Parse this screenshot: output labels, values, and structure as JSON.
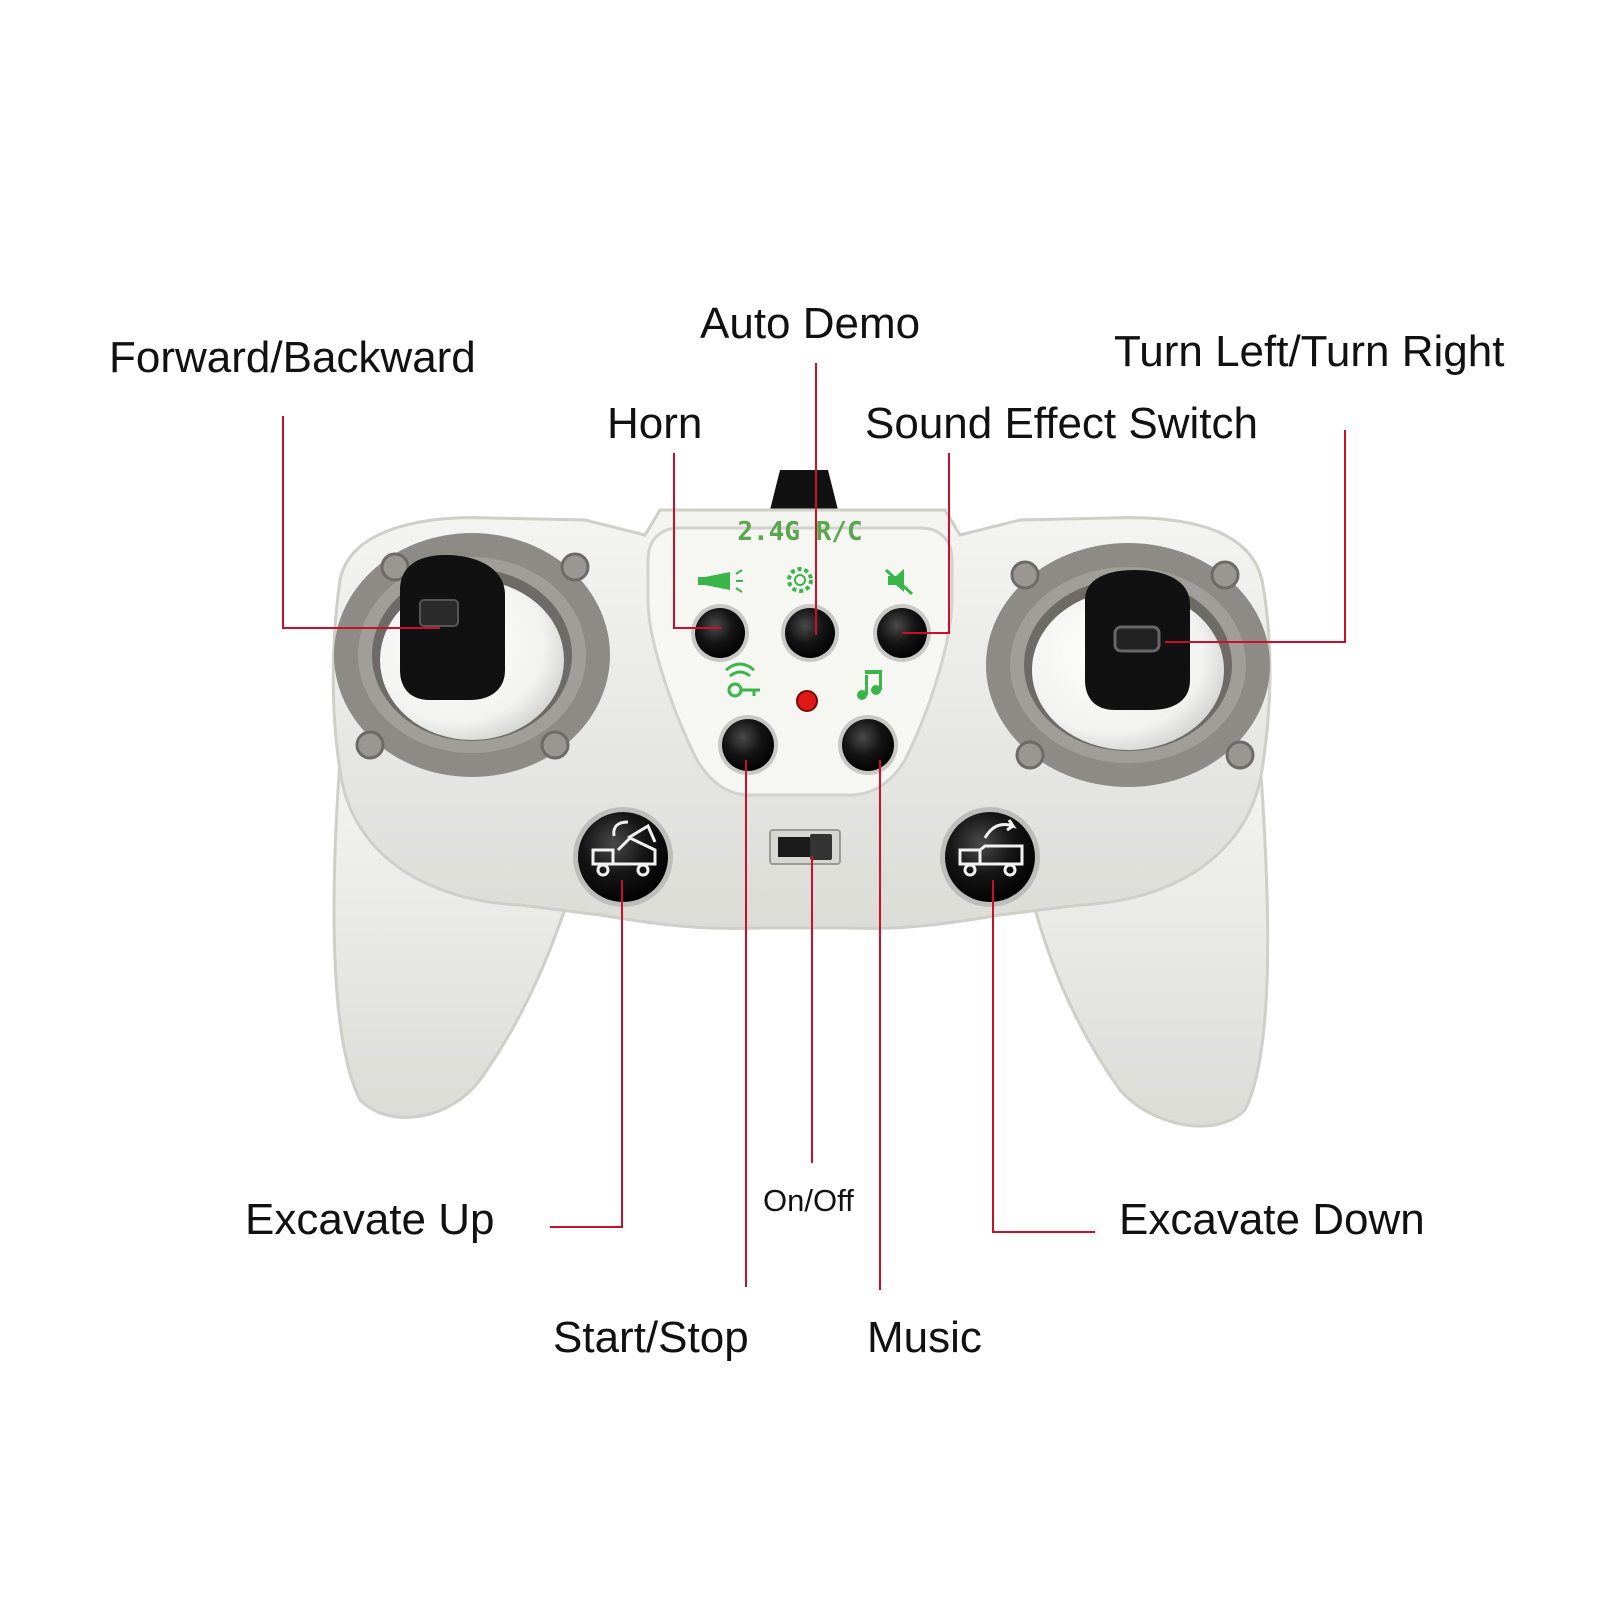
{
  "labels": {
    "forward_backward": "Forward/Backward",
    "auto_demo": "Auto Demo",
    "turn_left_right": "Turn Left/Turn Right",
    "horn": "Horn",
    "sound_effect_switch": "Sound Effect Switch",
    "excavate_up": "Excavate Up",
    "on_off": "On/Off",
    "excavate_down": "Excavate Down",
    "start_stop": "Start/Stop",
    "music": "Music"
  },
  "controller": {
    "model_text": "2.4G R/C"
  },
  "colors": {
    "leader_line": "#c8102e",
    "body": "#ecebe6",
    "ring": "#8e8b86",
    "button": "#111111",
    "panel_icon": "#3ab54a",
    "indicator_led": "#e01818"
  },
  "icons": {
    "horn": "trumpet-icon",
    "auto_demo": "gear-icon",
    "sound_switch": "mute-speaker-icon",
    "start_stop": "key-signal-icon",
    "music": "music-note-icon",
    "excavate_up": "dump-truck-raise-icon",
    "excavate_down": "dump-truck-lower-icon"
  }
}
